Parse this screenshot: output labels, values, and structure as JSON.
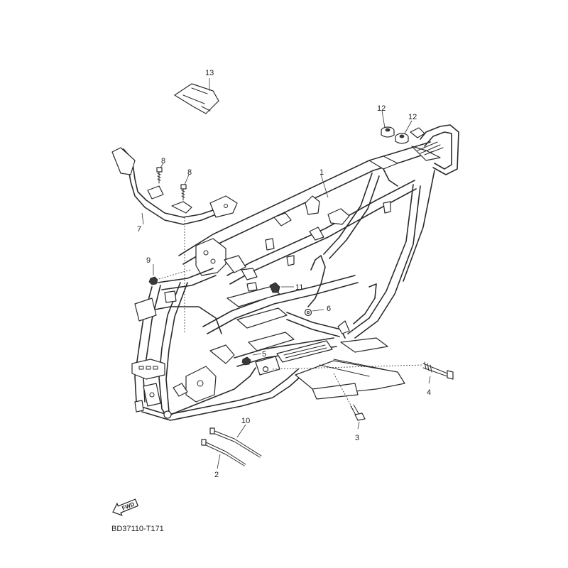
{
  "diagram_code": "BD37110-T171",
  "fwd_label": "FWD",
  "callouts": [
    {
      "id": "c1",
      "label": "1"
    },
    {
      "id": "c2",
      "label": "2"
    },
    {
      "id": "c3",
      "label": "3"
    },
    {
      "id": "c4",
      "label": "4"
    },
    {
      "id": "c5",
      "label": "5"
    },
    {
      "id": "c6",
      "label": "6"
    },
    {
      "id": "c7",
      "label": "7"
    },
    {
      "id": "c8a",
      "label": "8"
    },
    {
      "id": "c8b",
      "label": "8"
    },
    {
      "id": "c9",
      "label": "9"
    },
    {
      "id": "c10",
      "label": "10"
    },
    {
      "id": "c11",
      "label": "11"
    },
    {
      "id": "c12a",
      "label": "12"
    },
    {
      "id": "c12b",
      "label": "12"
    },
    {
      "id": "c13",
      "label": "13"
    }
  ],
  "colors": {
    "line": "#2a2a2a",
    "background": "#ffffff"
  }
}
